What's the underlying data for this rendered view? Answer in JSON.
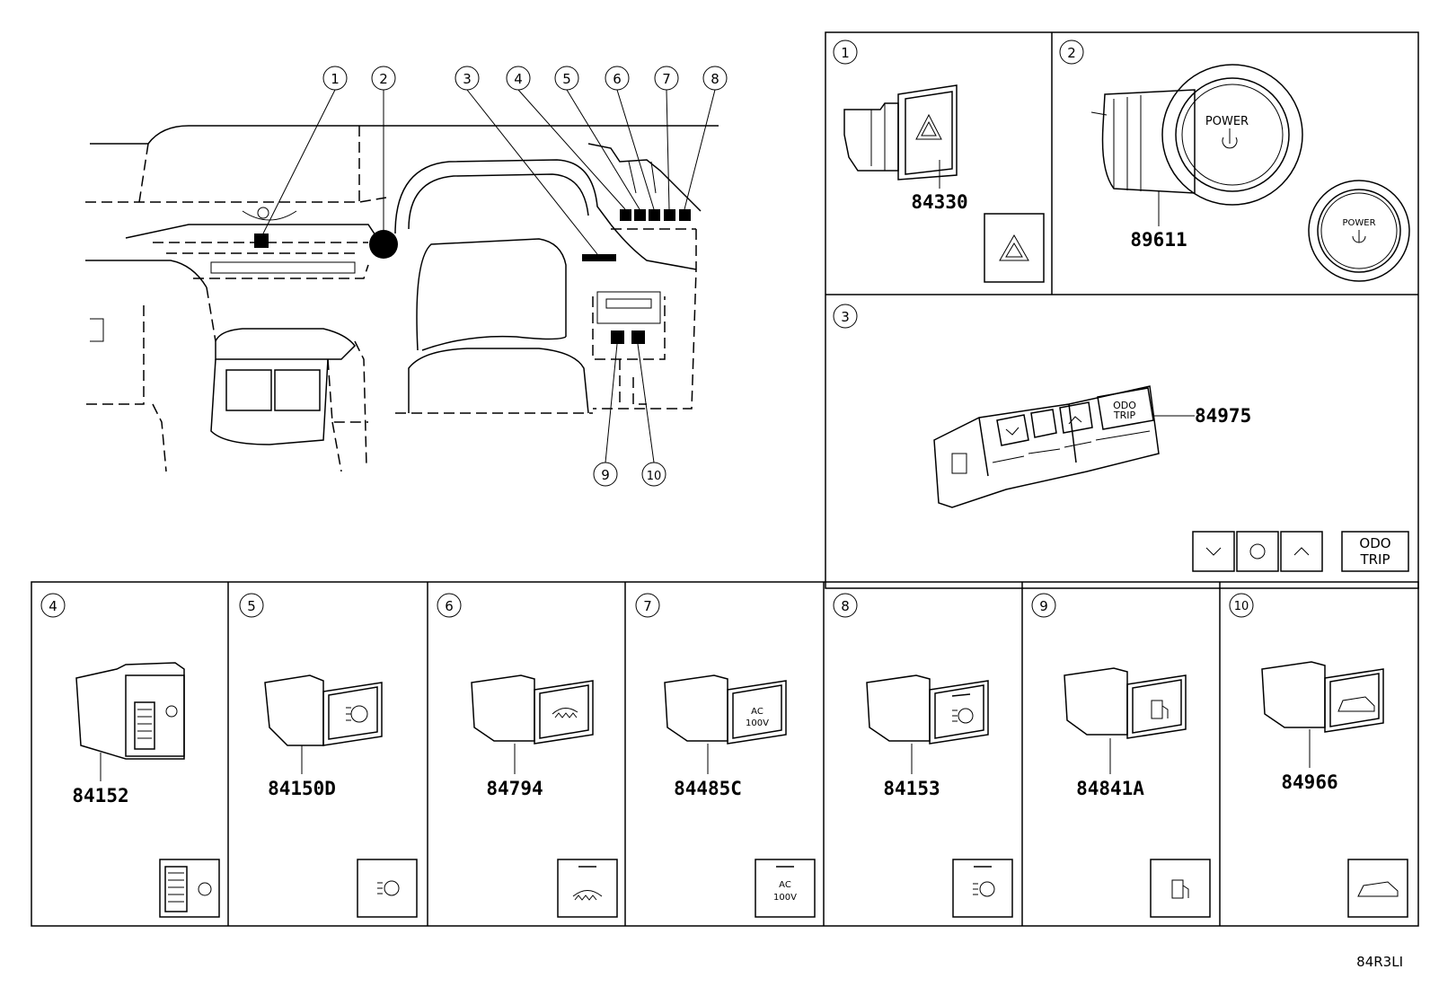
{
  "overview": {
    "callouts": [
      "1",
      "2",
      "3",
      "4",
      "5",
      "6",
      "7",
      "8",
      "9",
      "10"
    ]
  },
  "panels": [
    {
      "num": "1",
      "part": "84330"
    },
    {
      "num": "2",
      "part": "89611",
      "power_label": "POWER"
    },
    {
      "num": "3",
      "part": "84975",
      "odo_label_1": "ODO",
      "odo_label_2": "TRIP"
    },
    {
      "num": "4",
      "part": "84152"
    },
    {
      "num": "5",
      "part": "84150D"
    },
    {
      "num": "6",
      "part": "84794"
    },
    {
      "num": "7",
      "part": "84485C",
      "ac_label_1": "AC",
      "ac_label_2": "100V"
    },
    {
      "num": "8",
      "part": "84153"
    },
    {
      "num": "9",
      "part": "84841A"
    },
    {
      "num": "10",
      "part": "84966"
    }
  ],
  "diagram_code": "84R3LI"
}
